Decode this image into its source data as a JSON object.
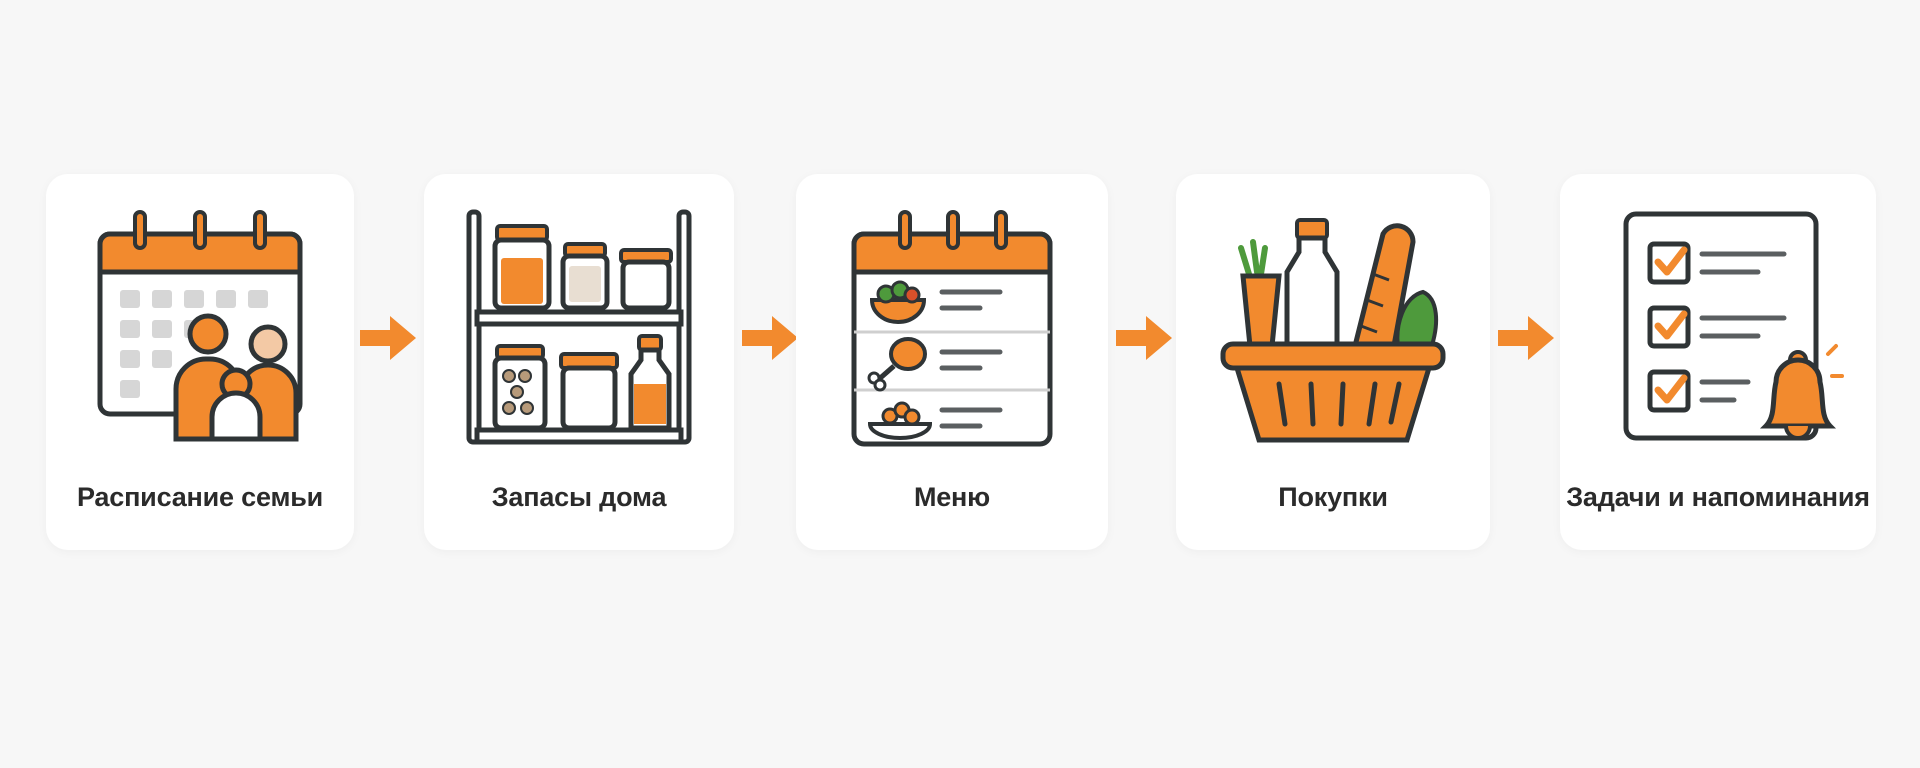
{
  "colors": {
    "accent": "#f28a2e",
    "stroke": "#2f3436",
    "gray": "#d6d6d6",
    "green": "#4e9a3c"
  },
  "steps": [
    {
      "label": "Расписание семьи",
      "icon": "family-calendar-icon"
    },
    {
      "label": "Запасы дома",
      "icon": "pantry-shelf-icon"
    },
    {
      "label": "Меню",
      "icon": "menu-calendar-icon"
    },
    {
      "label": "Покупки",
      "icon": "shopping-basket-icon"
    },
    {
      "label": "Задачи и напоминания",
      "icon": "checklist-bell-icon"
    }
  ],
  "connector_icon": "arrow-right-icon"
}
